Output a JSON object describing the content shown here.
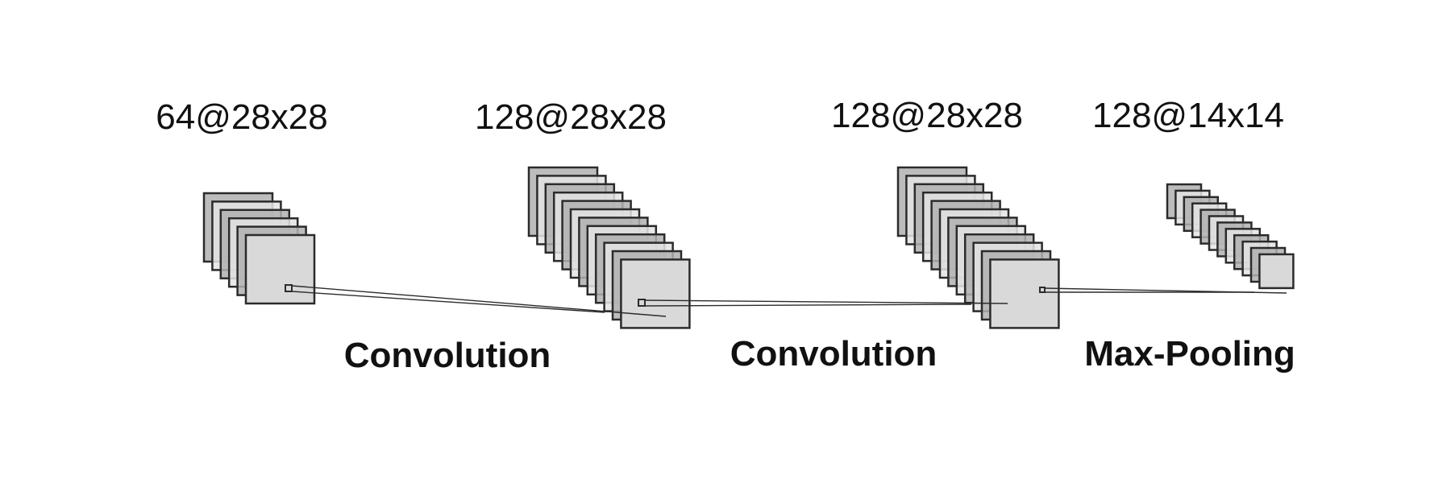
{
  "diagram": {
    "colors": {
      "background": "#ffffff",
      "dark_map": "#b0b0b0",
      "light_map": "#e4e4e4",
      "front_map": "#d9d9d9",
      "stroke": "#2b2b2b",
      "text": "#111111"
    },
    "layers": [
      {
        "label": "64@28x28"
      },
      {
        "label": "128@28x28"
      },
      {
        "label": "128@28x28"
      },
      {
        "label": "128@14x14"
      }
    ],
    "operations": [
      {
        "label": "Convolution"
      },
      {
        "label": "Convolution"
      },
      {
        "label": "Max-Pooling"
      }
    ]
  }
}
